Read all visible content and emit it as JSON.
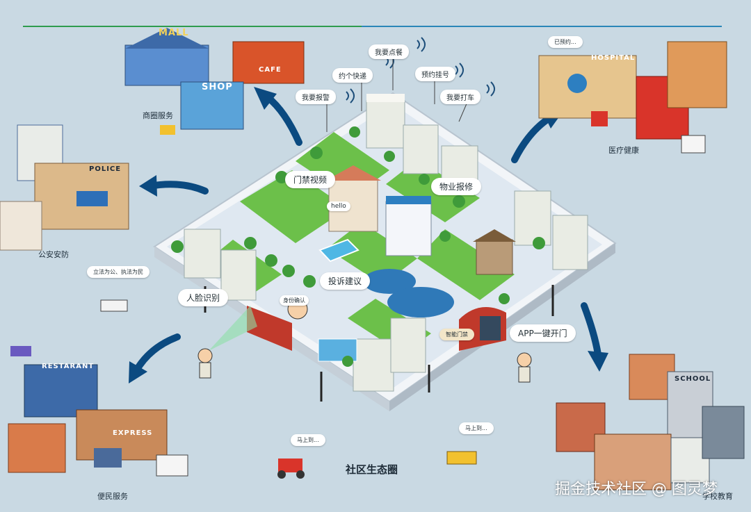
{
  "diagram": {
    "title": "社区生态圈",
    "watermark": "掘金技术社区 @ 图灵梦",
    "outer_services": {
      "commerce": "商圈服务",
      "police": "公安安防",
      "convenience": "便民服务",
      "healthcare": "医疗健康",
      "education": "学校教育"
    },
    "top_bubbles": [
      "我要报警",
      "约个快递",
      "我要点餐",
      "预约挂号",
      "我要打车"
    ],
    "community_features": {
      "gate_video": "门禁视频",
      "property_repair": "物业报修",
      "complaint": "投诉建议",
      "face_recognition": "人脸识别",
      "smart_gate": "智能门禁",
      "app_open": "APP一键开门"
    },
    "speech": {
      "hello": "hello",
      "police_slogan": "立法为公、执法为民",
      "identity_confirm": "身份确认",
      "booked": "已预约...",
      "on_way_1": "马上到...",
      "on_way_2": "马上到..."
    },
    "signs": {
      "mall": "MALL",
      "cafe": "CAFE",
      "shop": "SHOP",
      "police": "POLICE",
      "hospital": "HOSPITAL",
      "restaurant": "RESTARANT",
      "express": "EXPRESS",
      "school": "SCHOOL"
    },
    "colors": {
      "background": "#c9d9e3",
      "arrow": "#0b4a80",
      "grass": "#6cc04a",
      "road": "#dfe8f1",
      "water": "#2f79b8"
    }
  }
}
